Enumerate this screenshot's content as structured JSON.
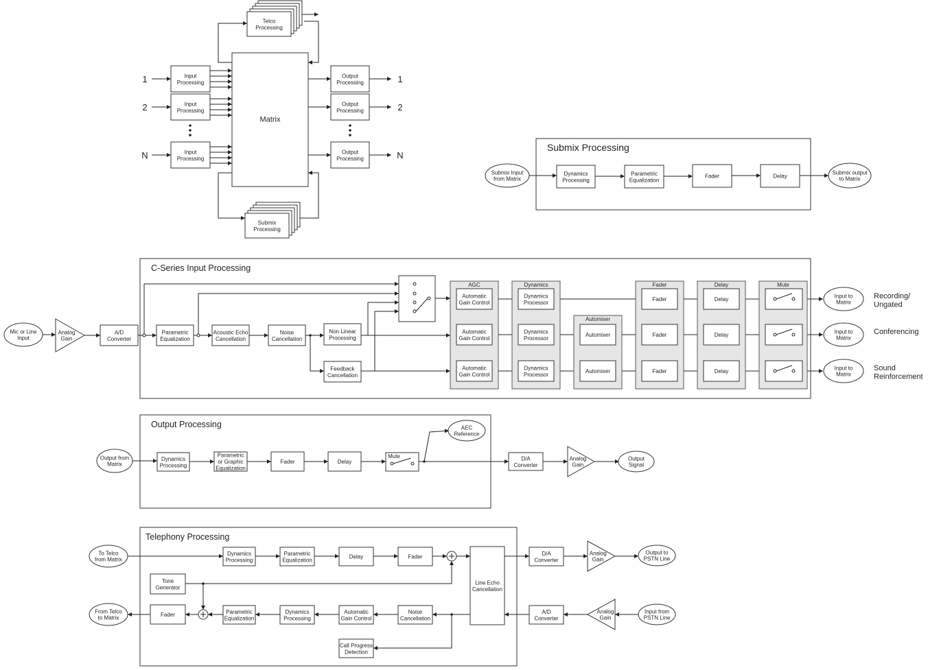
{
  "overview": {
    "telco": [
      "Telco",
      "Processing"
    ],
    "matrix": "Matrix",
    "input_processing": [
      "Input",
      "Processing"
    ],
    "output_processing": [
      "Output",
      "Processing"
    ],
    "submix": [
      "Submix",
      "Processing"
    ],
    "labels": [
      "1",
      "2",
      "N"
    ]
  },
  "submix_panel": {
    "title": "Submix Processing",
    "input": [
      "Submix Input",
      "from Matrix"
    ],
    "dynamics": [
      "Dynamics",
      "Processing"
    ],
    "peq": [
      "Parametric",
      "Equalization"
    ],
    "fader": "Fader",
    "delay": "Delay",
    "output": [
      "Submix output",
      "to Matrix"
    ]
  },
  "input_panel": {
    "title": "C-Series Input Processing",
    "mic": [
      "Mic or Line",
      "Input"
    ],
    "analog_gain": [
      "Analog",
      "Gain"
    ],
    "ad": [
      "A/D",
      "Converter"
    ],
    "peq": [
      "Parametric",
      "Equalization"
    ],
    "aec": [
      "Acoustic Echo",
      "Cancellation"
    ],
    "noise": [
      "Noise",
      "Cancellation"
    ],
    "nlp": [
      "Non Linear",
      "Processing"
    ],
    "feedback": [
      "Feedback",
      "Cancellation"
    ],
    "groups": {
      "agc": "AGC",
      "dynamics": "Dynamics",
      "automixer": "Automixer",
      "fader": "Fader",
      "delay": "Delay",
      "mute": "Mute"
    },
    "agc": [
      "Automatic",
      "Gain Control"
    ],
    "dyn": [
      "Dynamics",
      "Processor"
    ],
    "automixer": "Automixer",
    "fader": "Fader",
    "delay": "Delay",
    "to_matrix": [
      "Input to",
      "Matrix"
    ],
    "outputs": [
      [
        "Recording/",
        "Ungated"
      ],
      [
        "Conferencing",
        ""
      ],
      [
        "Sound",
        "Reinforcement"
      ]
    ]
  },
  "output_panel": {
    "title": "Output Processing",
    "from_matrix": [
      "Output from",
      "Matrix"
    ],
    "dynamics": [
      "Dynamics",
      "Processing"
    ],
    "peq": [
      "Parametric",
      "or Graphic",
      "Equalization"
    ],
    "fader": "Fader",
    "delay": "Delay",
    "mute": "Mute",
    "aec_ref": [
      "AEC",
      "Reference"
    ],
    "da": [
      "D/A",
      "Converter"
    ],
    "analog_gain": [
      "Analog",
      "Gain"
    ],
    "output_signal": [
      "Output",
      "Signal"
    ]
  },
  "telephony_panel": {
    "title": "Telephony Processing",
    "to_telco": [
      "To Telco",
      "from Matrix"
    ],
    "dynamics": [
      "Dynamics",
      "Processing"
    ],
    "peq": [
      "Parametric",
      "Equalization"
    ],
    "delay": "Delay",
    "fader": "Fader",
    "line_echo": [
      "Line Echo",
      "Cancellation"
    ],
    "da": [
      "D/A",
      "Converter"
    ],
    "analog_gain": [
      "Analog",
      "Gain"
    ],
    "pstn_out": [
      "Output to",
      "PSTN Line"
    ],
    "tone": [
      "Tone",
      "Generator"
    ],
    "from_telco": [
      "From Telco",
      "to Matrix"
    ],
    "agc": [
      "Automatic",
      "Gain Control"
    ],
    "noise": [
      "Noise",
      "Cancellation"
    ],
    "ad": [
      "A/D",
      "Converter"
    ],
    "pstn_in": [
      "Input from",
      "PSTN Line"
    ],
    "call_progress": [
      "Call Progress",
      "Detection"
    ]
  }
}
